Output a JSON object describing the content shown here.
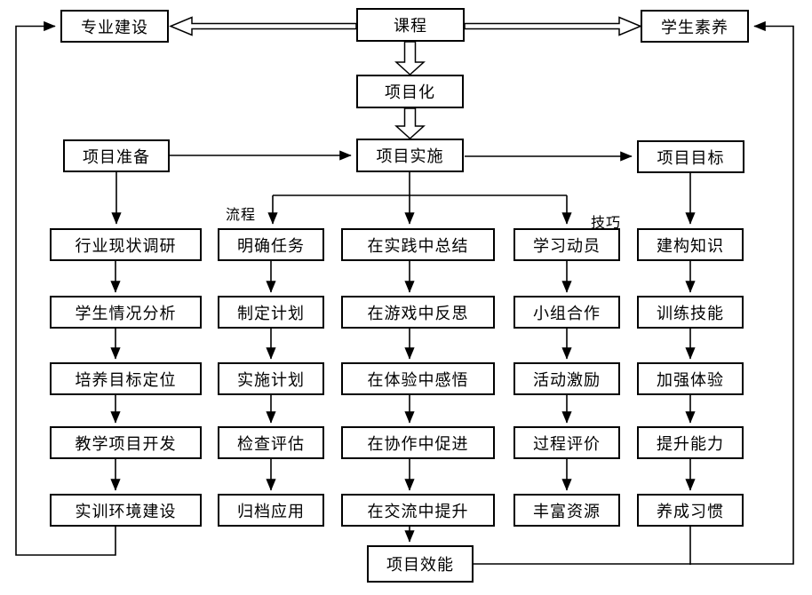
{
  "nodes": {
    "major": "专业建设",
    "course": "课程",
    "student": "学生素养",
    "projectization": "项目化",
    "preparation": "项目准备",
    "implementation": "项目实施",
    "goal": "项目目标",
    "effect": "项目效能"
  },
  "annotations": {
    "process": "流程",
    "technique": "技巧"
  },
  "columns": {
    "preparation_chain": [
      "行业现状调研",
      "学生情况分析",
      "培养目标定位",
      "教学项目开发",
      "实训环境建设"
    ],
    "process_chain": [
      "明确任务",
      "制定计划",
      "实施计划",
      "检查评估",
      "归档应用"
    ],
    "practice_chain": [
      "在实践中总结",
      "在游戏中反思",
      "在体验中感悟",
      "在协作中促进",
      "在交流中提升"
    ],
    "technique_chain": [
      "学习动员",
      "小组合作",
      "活动激励",
      "过程评价",
      "丰富资源"
    ],
    "goal_chain": [
      "建构知识",
      "训练技能",
      "加强体验",
      "提升能力",
      "养成习惯"
    ]
  },
  "colors": {
    "line": "#000000",
    "background": "#ffffff",
    "box_fill": "#ffffff"
  }
}
